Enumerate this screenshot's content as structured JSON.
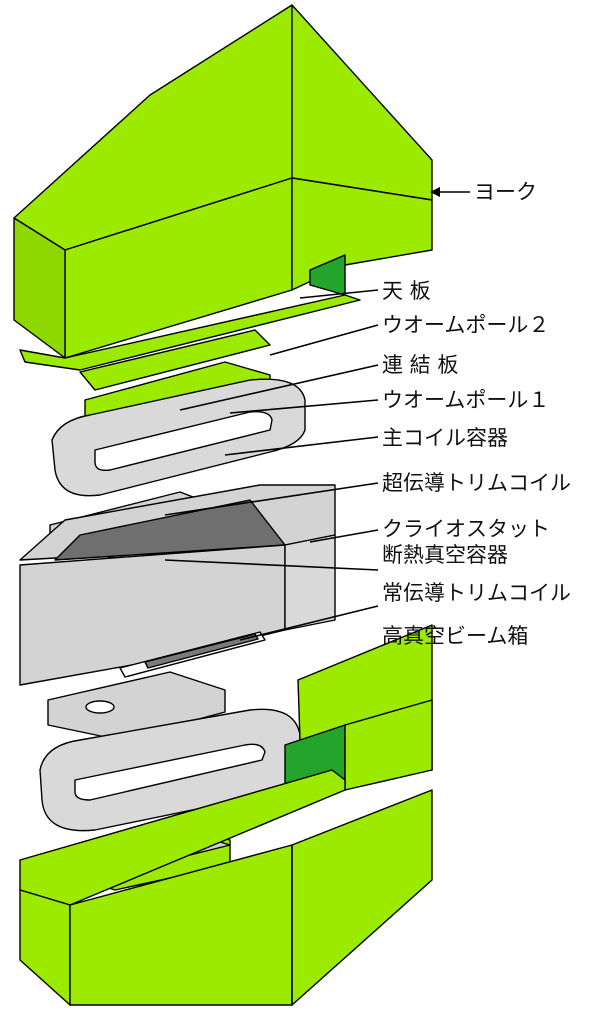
{
  "labels": {
    "yoke": "ヨーク",
    "top_plate": "天 板",
    "warm_pole_2": "ウオームポール２",
    "connecting_plate": "連 結 板",
    "warm_pole_1": "ウオームポール１",
    "main_coil_vessel": "主コイル容器",
    "sc_trim_coil": "超伝導トリムコイル",
    "cryostat_line1": "クライオスタット",
    "cryostat_line2": "断熱真空容器",
    "nc_trim_coil": "常伝導トリムコイル",
    "beam_box": "高真空ビーム箱"
  },
  "colors": {
    "yoke_green": "#9BEA00",
    "yoke_green_dark": "#7CC400",
    "gap_green": "#22A52A",
    "coil_gray": "#D9D9D9",
    "coil_gray_dark": "#A9A9A9",
    "cryostat_gray": "#D3D3D3",
    "cryostat_dark": "#707070"
  }
}
